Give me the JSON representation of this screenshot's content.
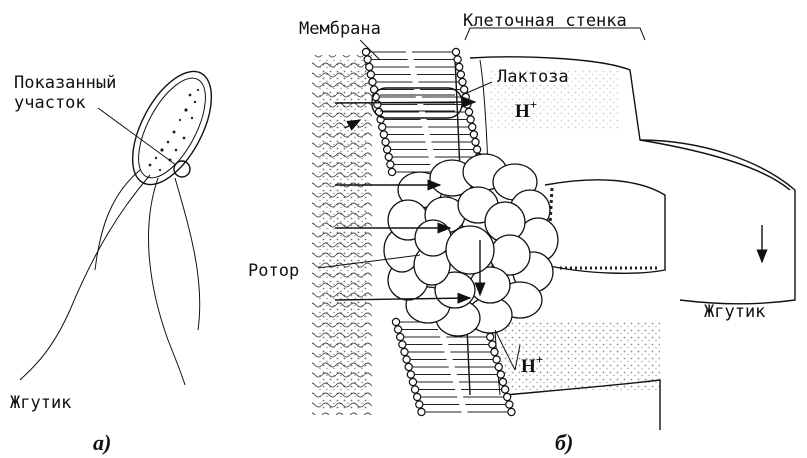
{
  "panel_a": {
    "label_region": [
      "Показанный",
      "участок"
    ],
    "label_flagellum": "Жгутик",
    "caption": "а)"
  },
  "panel_b": {
    "label_membrane": "Мембрана",
    "label_cell_wall": "Клеточная стенка",
    "label_lactose": "Лактоза",
    "label_h_top": "H",
    "label_h_top_sup": "+",
    "label_rotor": "Ротор",
    "label_h_bottom": "H",
    "label_h_bottom_sup": "+",
    "label_flagellum": "Жгутик",
    "caption": "б)"
  }
}
